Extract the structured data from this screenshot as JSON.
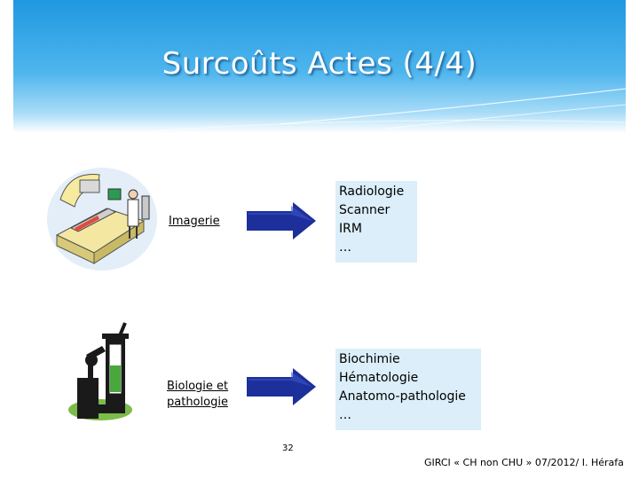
{
  "slide": {
    "title": "Surcoûts Actes (4/4)",
    "page_number": "32",
    "footer": "GIRCI « CH non CHU » 07/2012/ I. Hérafa"
  },
  "rows": [
    {
      "label": "Imagerie",
      "items": [
        "Radiologie",
        "Scanner",
        "IRM",
        "…"
      ]
    },
    {
      "label_line1": "Biologie et",
      "label_line2": "pathologie",
      "items": [
        "Biochimie",
        "Hématologie",
        "Anatomo-pathologie",
        "…"
      ]
    }
  ],
  "icons": {
    "header": "header-gradient",
    "imaging": "radiology-scanner-clipart",
    "lab": "lab-microscope-clipart",
    "arrow": "right-arrow-icon"
  },
  "colors": {
    "header_blue": "#1f98e0",
    "arrow_blue": "#1d2f9a",
    "box_fill": "#dbeef9"
  }
}
